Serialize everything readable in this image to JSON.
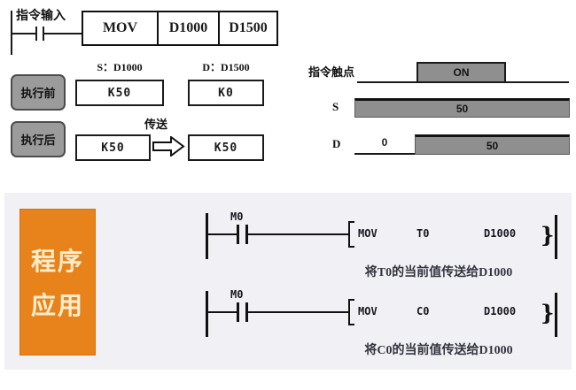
{
  "top": {
    "input_label": "指令输入",
    "instruction_table": {
      "op": "MOV",
      "src": "D1000",
      "dst": "D1500"
    },
    "before": {
      "button": "执行前",
      "s_label": "S：D1000",
      "d_label": "D：D1500",
      "s_value": "K50",
      "d_value": "K0"
    },
    "after": {
      "button": "执行后",
      "transfer_label": "传送",
      "s_value": "K50",
      "d_value": "K50"
    }
  },
  "timing": {
    "contact_label": "指令触点",
    "on_label": "ON",
    "s_label": "S",
    "s_value": "50",
    "d_label": "D",
    "d_before_value": "0",
    "d_after_value": "50"
  },
  "program": {
    "badge_line1": "程序",
    "badge_line2": "应用",
    "rungs": [
      {
        "contact": "M0",
        "op": "MOV",
        "src": "T0",
        "dst": "D1000",
        "caption": "将T0的当前值传送给D1000"
      },
      {
        "contact": "M0",
        "op": "MOV",
        "src": "C0",
        "dst": "D1000",
        "caption": "将C0的当前值传送给D1000"
      }
    ]
  },
  "colors": {
    "accent_orange": "#e8831c",
    "badge_text": "#fbeecf",
    "timing_bar_gray": "#8f8f8f",
    "button_gray": "#9b9b9b",
    "panel_bg": "#f1f1f5"
  }
}
